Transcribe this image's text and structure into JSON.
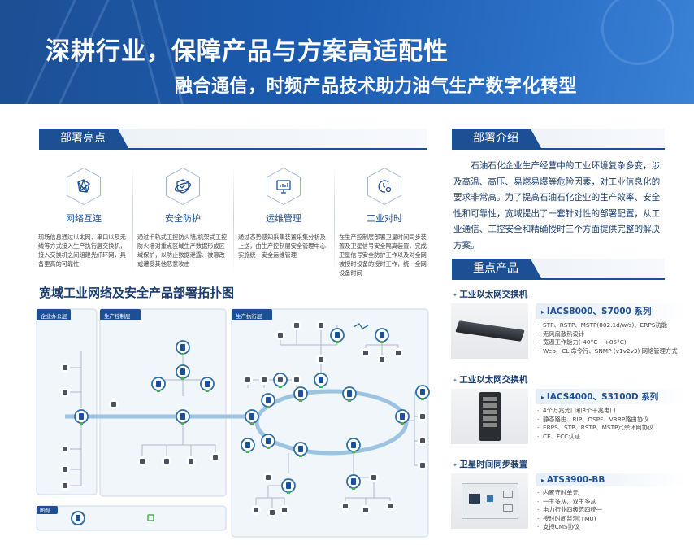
{
  "header": {
    "title": "深耕行业，保障产品与方案高适配性",
    "subtitle": "融合通信，时频产品技术助力油气生产数字化转型"
  },
  "highlights": {
    "heading": "部署亮点",
    "items": [
      {
        "icon": "network-mesh-icon",
        "label": "网络互连",
        "desc": "现场信息通过以太网、串口以及无线等方式接入生产执行层交换机，接入交换机之间组建光纤环网，具备更高的可靠性"
      },
      {
        "icon": "shield-check-icon",
        "label": "安全防护",
        "desc": "通过卡轨式工控防火墙/机架式工控防火墙对重点区域生产数据形成区域保护，以防止数据泄露、被篡改或遭受其他恶意攻击"
      },
      {
        "icon": "monitor-chart-icon",
        "label": "运维管理",
        "desc": "通过态势感知采集装置采集分析及上送，由生产控制层安全管理中心实施统一安全运维管理"
      },
      {
        "icon": "clock-gear-icon",
        "label": "工业对时",
        "desc": "在生产控制层部署卫星时间同步装置及卫星信号安全隔离装置，完成卫星信号安全防护工作以及对全网被授时设备的授时工作，统一全网设备时间"
      }
    ]
  },
  "intro": {
    "heading": "部署介绍",
    "text": "石油石化企业生产经营中的工业环境复杂多变，涉及高温、高压、易燃易爆等危险因素，对工业信息化的要求非常高。为了提高石油石化企业的生产效率、安全性和可靠性，宽域提出了一套针对性的部署配置，从工业通信、工控安全和精确授时三个方面提供完整的解决方案。"
  },
  "topology": {
    "title": "宽域工业网络及安全产品部署拓扑图",
    "zones": [
      "企业办公层",
      "生产控制层",
      "生产执行层"
    ],
    "legend_label": "图例"
  },
  "products": {
    "heading": "重点产品",
    "items": [
      {
        "category": "工业以太网交换机",
        "name": "IACS8000、S7000 系列",
        "features": [
          "STP、RSTP、MSTP(802.1d/w/s)、ERPS功能",
          "无风扇散热设计",
          "宽温工作能力(-40°C~ +85°C)",
          "Web、CLI命令行、SNMP (v1v2v3) 网络管理方式"
        ]
      },
      {
        "category": "工业以太网交换机",
        "name": "IACS4000、S3100D 系列",
        "features": [
          "4个万兆光口和8个千兆电口",
          "静态路由、RIP、OSPF、VRRP路由协议",
          "ERPS、STP、RSTP、MSTP冗余环网协议",
          "CE、FCC认证"
        ]
      },
      {
        "category": "卫星时间同步装置",
        "name": "ATS3900-BB",
        "features": [
          "内置守时单元",
          "一主多从、双主多从",
          "电力行业四级范四统一",
          "授时时间监测(TMU)",
          "支持CMS协议"
        ]
      }
    ]
  },
  "colors": {
    "primary": "#1c4f93",
    "ring": "#9cc3e0",
    "accent_green": "#4cb050"
  }
}
